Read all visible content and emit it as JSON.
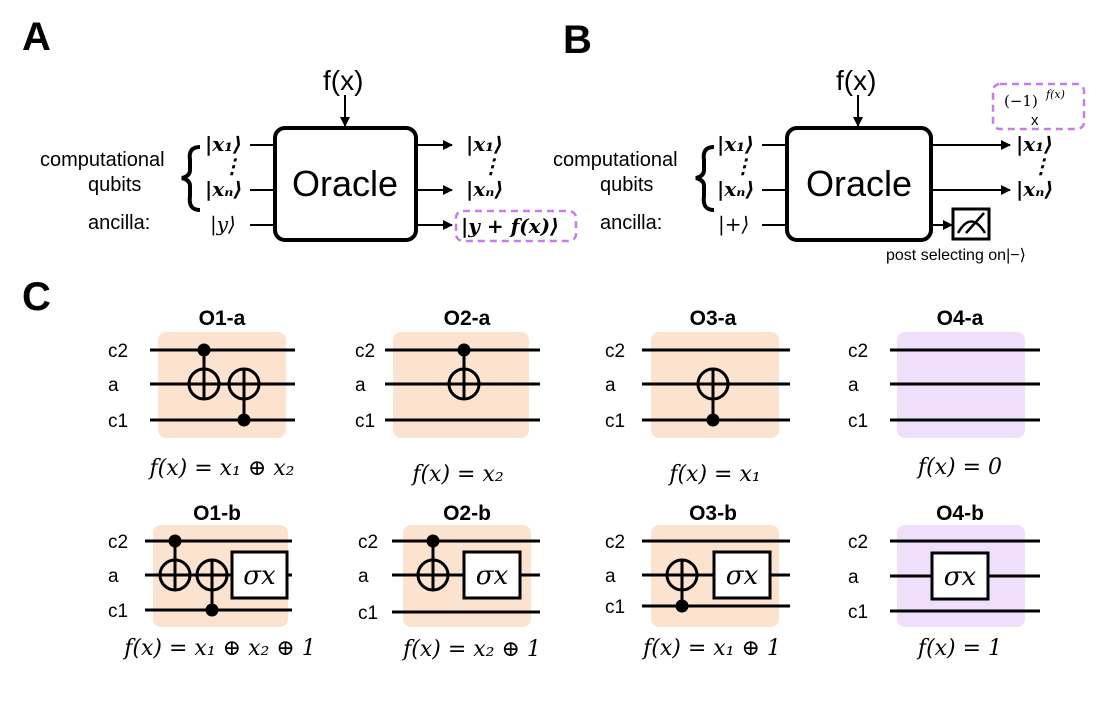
{
  "panels": {
    "a": "A",
    "b": "B",
    "c": "C"
  },
  "panel_a": {
    "oracle_label": "Oracle",
    "fx_label": "f(x)",
    "group_label_line1": "computational",
    "group_label_line2": "qubits",
    "ancilla_label": "ancilla:",
    "in_x1": "|x₁⟩",
    "in_dots": "⋮",
    "in_xn": "|xₙ⟩",
    "in_y": "|y⟩",
    "out_x1": "|x₁⟩",
    "out_dots": "⋮",
    "out_xn": "|xₙ⟩",
    "out_y": "|y + f(x)⟩"
  },
  "panel_b": {
    "oracle_label": "Oracle",
    "fx_label": "f(x)",
    "group_label_line1": "computational",
    "group_label_line2": "qubits",
    "ancilla_label": "ancilla:",
    "in_x1": "|x₁⟩",
    "in_dots": "⋮",
    "in_xn": "|xₙ⟩",
    "in_plus": "|+⟩",
    "phase_label": "(−1)",
    "phase_exp": "f(x)",
    "phase_times": "x",
    "out_x1": "|x₁⟩",
    "out_dots": "⋮",
    "out_xn": "|xₙ⟩",
    "post_select": "post selecting on|−⟩"
  },
  "colors": {
    "orange_bg": "#fbe3d0",
    "purple_bg": "#efdffb",
    "dashed_purple": "#c77bf0"
  },
  "circuits": [
    {
      "id": "o1a",
      "title": "O1-a",
      "formula": "f(x) = x₁ ⊕ x₂",
      "wires": [
        "c2",
        "a",
        "c1"
      ],
      "bg": "orange"
    },
    {
      "id": "o2a",
      "title": "O2-a",
      "formula": "f(x) = x₂",
      "wires": [
        "c2",
        "a",
        "c1"
      ],
      "bg": "orange"
    },
    {
      "id": "o3a",
      "title": "O3-a",
      "formula": "f(x) = x₁",
      "wires": [
        "c2",
        "a",
        "c1"
      ],
      "bg": "orange"
    },
    {
      "id": "o4a",
      "title": "O4-a",
      "formula": "f(x) = 0",
      "wires": [
        "c2",
        "a",
        "c1"
      ],
      "bg": "purple"
    },
    {
      "id": "o1b",
      "title": "O1-b",
      "formula": "f(x) = x₁ ⊕ x₂ ⊕ 1",
      "wires": [
        "c2",
        "a",
        "c1"
      ],
      "bg": "orange",
      "gate": "σx"
    },
    {
      "id": "o2b",
      "title": "O2-b",
      "formula": "f(x) = x₂ ⊕ 1",
      "wires": [
        "c2",
        "a",
        "c1"
      ],
      "bg": "orange",
      "gate": "σx"
    },
    {
      "id": "o3b",
      "title": "O3-b",
      "formula": "f(x) = x₁ ⊕ 1",
      "wires": [
        "c2",
        "a",
        "c1"
      ],
      "bg": "orange",
      "gate": "σx"
    },
    {
      "id": "o4b",
      "title": "O4-b",
      "formula": "f(x) = 1",
      "wires": [
        "c2",
        "a",
        "c1"
      ],
      "bg": "purple",
      "gate": "σx"
    }
  ]
}
